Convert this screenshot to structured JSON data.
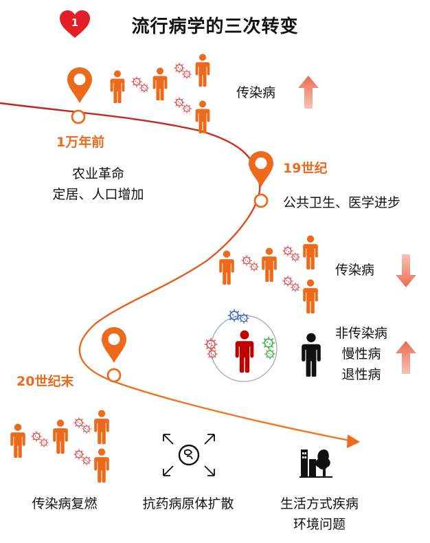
{
  "header": {
    "badge": "1",
    "title": "流行病学的三次转变"
  },
  "eras": {
    "first": {
      "label": "1万年前",
      "lines": [
        "农业革命",
        "定居、人口增加"
      ]
    },
    "second": {
      "label": "19世纪",
      "lines": [
        "公共卫生、医学进步"
      ]
    },
    "third": {
      "label": "20世纪末"
    }
  },
  "trends": {
    "infectious_up": {
      "label": "传染病",
      "direction": "up"
    },
    "infectious_down": {
      "label": "传染病",
      "direction": "down"
    },
    "chronic_up": {
      "lines": [
        "非传染病",
        "慢性病",
        "退性病"
      ],
      "direction": "up"
    }
  },
  "bottom": {
    "items": [
      {
        "lines": [
          "传染病复燃"
        ],
        "icon": "infection-spread-icon"
      },
      {
        "lines": [
          "抗药病原体扩散"
        ],
        "icon": "pathogen-spread-icon"
      },
      {
        "lines": [
          "生活方式疾病",
          "环境问题"
        ],
        "icon": "city-tree-icon"
      }
    ]
  },
  "colors": {
    "accent": "#ee6a1b",
    "line": "#c81e1e",
    "arrow_up": "#ef7b63",
    "arrow_down": "#ef7b63",
    "virus": "#e05555",
    "patient": "#c00000"
  }
}
